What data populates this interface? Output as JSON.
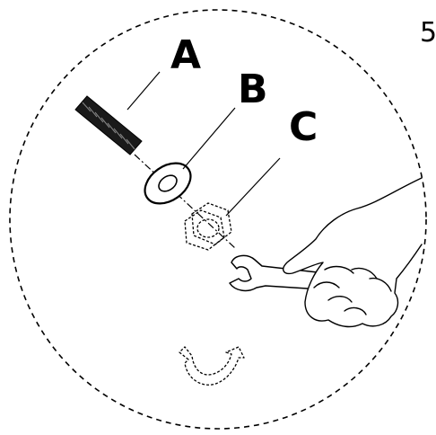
{
  "step_number": "5",
  "callouts": {
    "a": "A",
    "b": "B",
    "c": "C"
  },
  "icons": {
    "bolt": "bolt-icon",
    "washer": "washer-icon",
    "nut": "hex-nut-icon",
    "wrench": "wrench-icon",
    "hand": "hand-icon",
    "rotation": "rotate-arrow-icon"
  },
  "colors": {
    "line": "#000000",
    "background": "#ffffff"
  }
}
